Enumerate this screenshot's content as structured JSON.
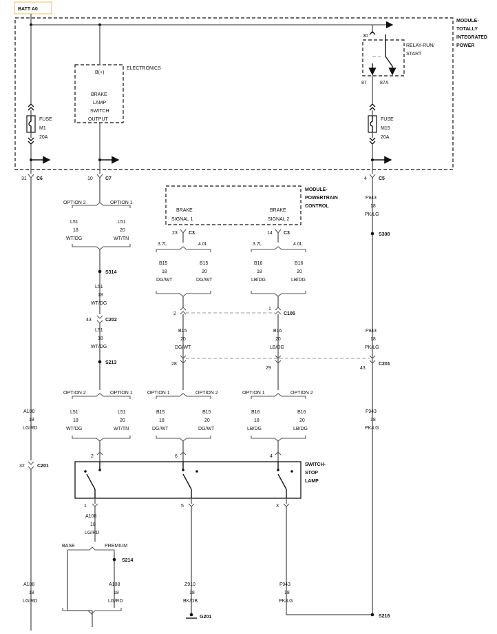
{
  "batt_label": "BATT A0",
  "modules": {
    "tipm": [
      "MODULE-",
      "TOTALLY",
      "INTEGRATED",
      "POWER"
    ],
    "pcm": [
      "MODULE-",
      "POWERTRAIN",
      "CONTROL"
    ],
    "switch": [
      "SWITCH-",
      "STOP",
      "LAMP"
    ]
  },
  "relay": {
    "lines": [
      "RELAY-RUN/",
      "START"
    ],
    "pin30": "30",
    "pin87": "87",
    "pin87a": "87A"
  },
  "fuses": {
    "m1": {
      "lines": [
        "FUSE",
        "M1",
        "20A"
      ]
    },
    "m15": {
      "lines": [
        "FUSE",
        "M15",
        "20A"
      ]
    }
  },
  "electronics": {
    "label": "ELECTRONICS",
    "bplus": "B(+)",
    "lines": [
      "BRAKE",
      "LAMP",
      "SWITCH",
      "OUTPUT"
    ]
  },
  "pcm_signals": {
    "s1": [
      "BRAKE",
      "SIGNAL 1"
    ],
    "s2": [
      "BRAKE",
      "SIGNAL 2"
    ]
  },
  "connectors": {
    "c6": {
      "pin": "31",
      "name": "C6"
    },
    "c7": {
      "pin": "10",
      "name": "C7"
    },
    "c5": {
      "pin": "4",
      "name": "C5"
    },
    "c3a": {
      "pin": "23",
      "name": "C3"
    },
    "c3b": {
      "pin": "14",
      "name": "C3"
    },
    "c202": {
      "pin": "43",
      "name": "C202"
    },
    "c105": {
      "pin_left": "2",
      "pin_right": "1",
      "name": "C105"
    },
    "c201": {
      "pin_left": "28",
      "pin_mid": "29",
      "pin_right": "43",
      "name": "C201"
    },
    "c201b": {
      "pin": "32",
      "name": "C201"
    },
    "sw": {
      "pin2": "2",
      "pin6": "6",
      "pin4": "4",
      "pin1": "1",
      "pin5": "5",
      "pin3": "3"
    }
  },
  "splices": {
    "s308": "S308",
    "s314": "S314",
    "s213": "S213",
    "s214": "S214",
    "s216": "S216",
    "g201": "G201"
  },
  "options": {
    "opt1": "OPTION 1",
    "opt2": "OPTION 2",
    "l37": "3.7L",
    "l40": "4.0L",
    "base": "BASE",
    "premium": "PREMIUM"
  },
  "wires": {
    "l51_wtdg": [
      "L51",
      "18",
      "WT/DG"
    ],
    "l51_wttn": [
      "L51",
      "20",
      "WT/TN"
    ],
    "b15_18": [
      "B15",
      "18",
      "DG/WT"
    ],
    "b15_20": [
      "B15",
      "20",
      "DG/WT"
    ],
    "b16_18": [
      "B16",
      "18",
      "LB/DG"
    ],
    "b16_20": [
      "B16",
      "20",
      "LB/DG"
    ],
    "f943": [
      "F943",
      "18",
      "PK/LG"
    ],
    "a108": [
      "A108",
      "18",
      "LG/RD"
    ],
    "z910": [
      "Z910",
      "18",
      "BK/DB"
    ]
  }
}
